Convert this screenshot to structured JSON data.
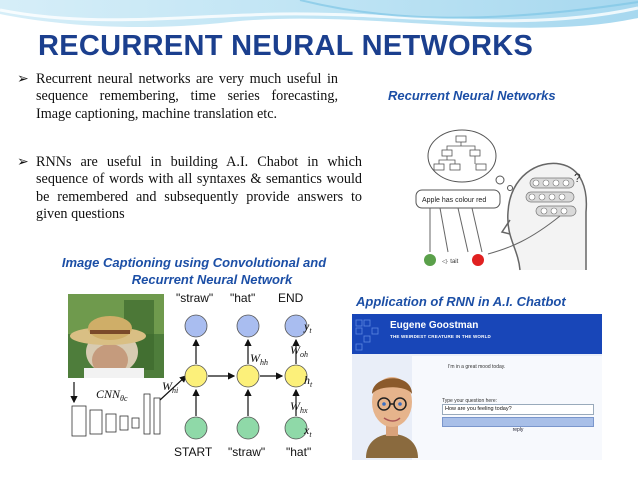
{
  "title": "RECURRENT NEURAL NETWORKS",
  "bullets": [
    "Recurrent neural networks are very much useful in sequence remembering, time series forecasting, Image captioning, machine translation etc.",
    "RNNs are useful in building A.I. Chabot in which sequence of words with all syntaxes & semantics would be remembered and subsequently provide answers to given questions"
  ],
  "captions": {
    "rnn": "Recurrent Neural Networks",
    "image_captioning_line1": "Image Captioning using Convolutional and",
    "image_captioning_line2": "Recurrent Neural Network",
    "chatbot": "Application of RNN in A.I. Chatbot"
  },
  "rnn_figure": {
    "speech": "Apple has colour red",
    "control": "◁· tait"
  },
  "captioning_figure": {
    "top_words": [
      "\"straw\"",
      "\"hat\"",
      "END"
    ],
    "bottom_words": [
      "START",
      "\"straw\"",
      "\"hat\""
    ],
    "y_label": "y",
    "y_sub": "t",
    "h_label": "h",
    "h_sub": "t",
    "x_label": "x",
    "x_sub": "t",
    "w_hh": "W",
    "w_hh_sub": "hh",
    "w_oh": "W",
    "w_oh_sub": "oh",
    "w_hx": "W",
    "w_hx_sub": "hx",
    "w_hi": "W",
    "w_hi_sub": "hi",
    "cnn": "CNN",
    "cnn_sub": "θc"
  },
  "chatbot_figure": {
    "name": "Eugene Goostman",
    "subtitle": "THE WEIRDEST CREATURE IN THE WORLD",
    "bot_message": "I'm in a great mood today.",
    "prompt": "Type your question here:",
    "input": "How are you feeling today?",
    "reply_button": "reply"
  },
  "colors": {
    "title": "#1b3f8e",
    "caption": "#1c4fa6",
    "node_blue": "#a9bdf0",
    "node_yellow": "#fcf07a",
    "node_green": "#8fd9a8",
    "chat_blue": "#1846b8"
  }
}
